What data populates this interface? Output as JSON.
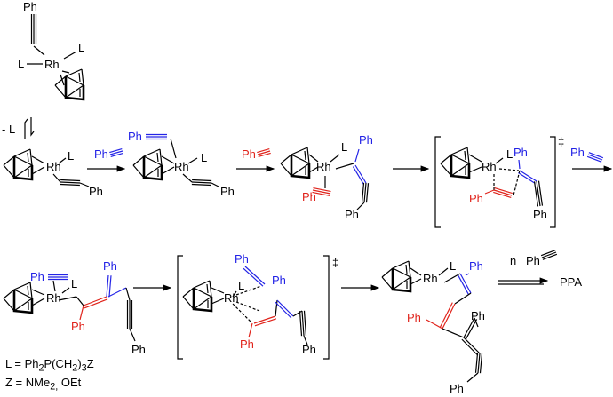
{
  "labels": {
    "ph": "Ph",
    "rh": "Rh",
    "l": "L",
    "minus_l": "- L",
    "dagger": "‡",
    "n": "n",
    "product": "PPA"
  },
  "legend": {
    "line1_prefix": "L = Ph",
    "line1_sub1": "2",
    "line1_mid": "P(CH",
    "line1_sub2": "2",
    "line1_close": ")",
    "line1_sub3": "3",
    "line1_suffix": "Z",
    "line2_prefix": "Z = NMe",
    "line2_sub": "2,",
    "line2_suffix": " OEt"
  },
  "colors": {
    "black": "#000000",
    "blue": "#2323e6",
    "red": "#e0231b"
  }
}
